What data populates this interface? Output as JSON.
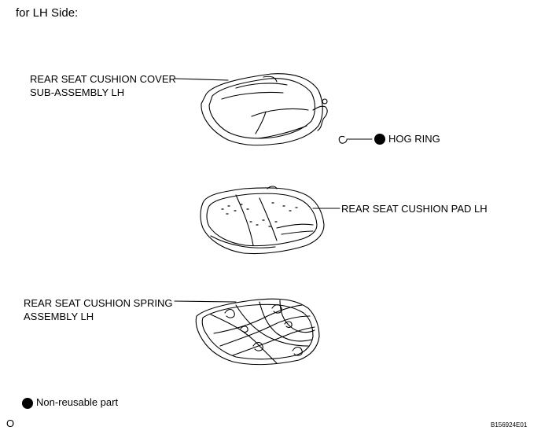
{
  "heading": "for LH Side:",
  "parts": {
    "cover": {
      "line1": "REAR SEAT CUSHION COVER",
      "line2": "SUB-ASSEMBLY LH"
    },
    "hog_ring": {
      "label": "HOG RING"
    },
    "pad": {
      "label": "REAR SEAT CUSHION PAD LH"
    },
    "spring": {
      "line1": "REAR SEAT CUSHION SPRING",
      "line2": "ASSEMBLY LH"
    }
  },
  "legend": {
    "label": "Non-reusable part"
  },
  "footer": {
    "left_mark": "O",
    "figure_code": "B156924E01"
  }
}
